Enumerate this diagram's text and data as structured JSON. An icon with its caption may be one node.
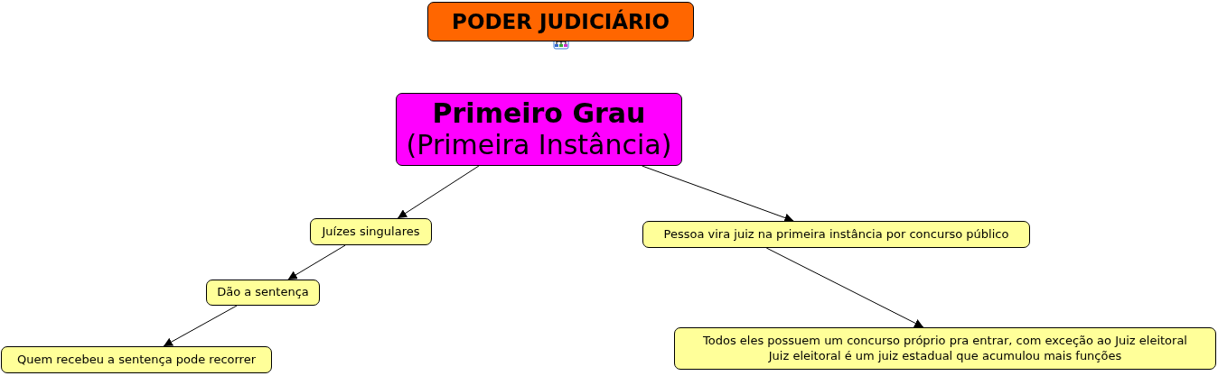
{
  "diagram": {
    "title": "PODER JUDICIÁRIO",
    "nodes": [
      {
        "text": [
          "Primeiro Grau",
          "(Primeira Instância)"
        ]
      },
      {
        "text": [
          "Juízes singulares"
        ]
      },
      {
        "text": [
          "Pessoa vira juiz na primeira instância por concurso público"
        ]
      },
      {
        "text": [
          "Dão a sentença"
        ]
      },
      {
        "text": [
          "Quem recebeu a sentença pode recorrer"
        ]
      },
      {
        "text": [
          "Todos eles possuem um concurso próprio pra entrar, com exceção ao Juiz eleitoral",
          "Juiz eleitoral é um juiz estadual que acumulou mais funções"
        ]
      }
    ],
    "edges": [
      {
        "from": 0,
        "to": 1,
        "arrow": "to"
      },
      {
        "from": 0,
        "to": 2,
        "arrow": "to"
      },
      {
        "from": 1,
        "to": 3,
        "arrow": "to"
      },
      {
        "from": 3,
        "to": 4,
        "arrow": "to"
      },
      {
        "from": 2,
        "to": 5,
        "arrow": "to"
      }
    ]
  }
}
